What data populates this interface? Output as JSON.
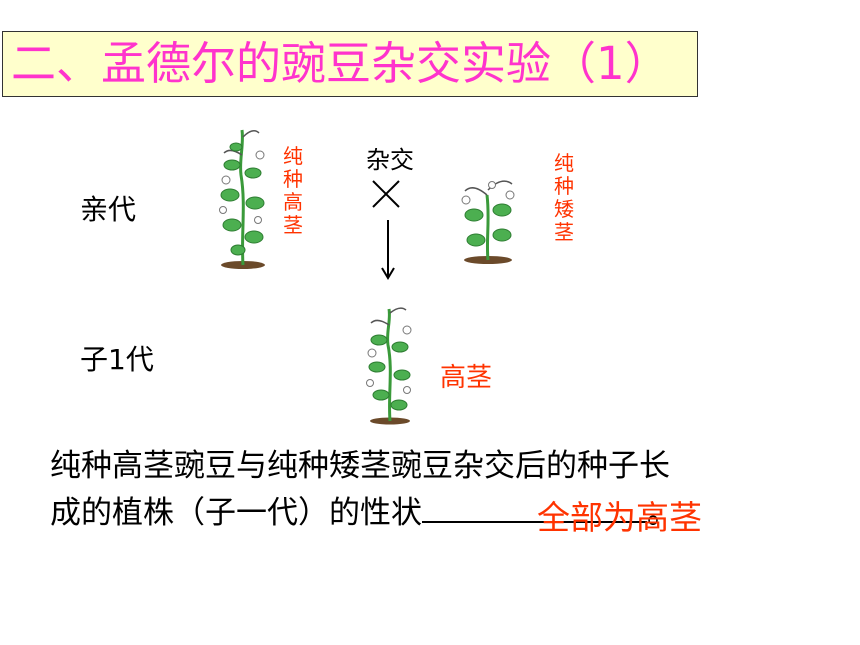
{
  "title": "二、孟德尔的豌豆杂交实验（1）",
  "parent_label": "亲代",
  "f1_label": "子1代",
  "parent1_trait": "纯种高茎",
  "parent2_trait": "纯种矮茎",
  "cross_label": "杂交",
  "cross_symbol": "×",
  "f1_trait": "高茎",
  "sentence_line1": "纯种高茎豌豆与纯种矮茎豌豆杂交后的种子长",
  "sentence_line2_prefix": "成的植株（子一代）的性状",
  "sentence_end": "。",
  "answer": "全部为高茎",
  "colors": {
    "title": "#ff33cc",
    "title_bg": "#ffffcc",
    "trait": "#ff3300",
    "plant": "#3a9a3a"
  }
}
